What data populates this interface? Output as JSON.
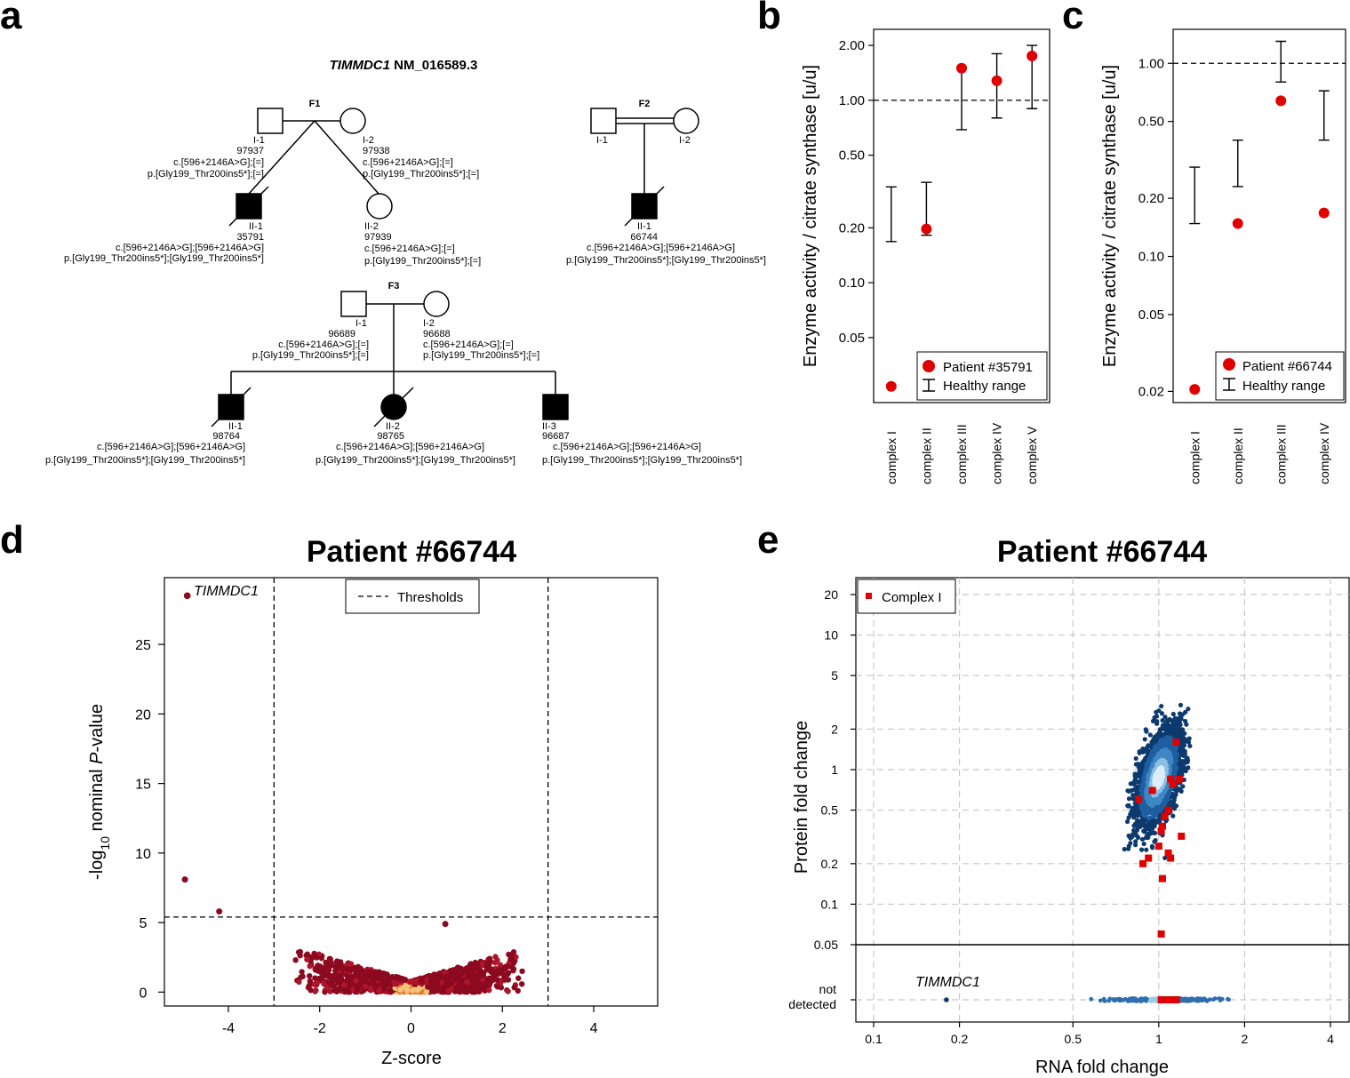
{
  "panels": [
    "a",
    "b",
    "c",
    "d",
    "e"
  ],
  "pedigree": {
    "title_gene": "TIMMDC1",
    "title_rest": " NM_016589.3",
    "families": [
      {
        "id": "F1",
        "members": [
          {
            "id": "I-1",
            "sample": "97937",
            "c": "c.[596+2146A>G];[=]",
            "p": "p.[Gly199_Thr200ins5*];[=]"
          },
          {
            "id": "I-2",
            "sample": "97938",
            "c": "c.[596+2146A>G];[=]",
            "p": "p.[Gly199_Thr200ins5*];[=]"
          },
          {
            "id": "II-1",
            "sample": "35791",
            "c": "c.[596+2146A>G];[596+2146A>G]",
            "p": "p.[Gly199_Thr200ins5*];[Gly199_Thr200ins5*]"
          },
          {
            "id": "II-2",
            "sample": "97939",
            "c": "c.[596+2146A>G];[=]",
            "p": "p.[Gly199_Thr200ins5*];[=]"
          }
        ]
      },
      {
        "id": "F2",
        "members": [
          {
            "id": "I-1"
          },
          {
            "id": "I-2"
          },
          {
            "id": "II-1",
            "sample": "66744",
            "c": "c.[596+2146A>G];[596+2146A>G]",
            "p": "p.[Gly199_Thr200ins5*];[Gly199_Thr200ins5*]"
          }
        ]
      },
      {
        "id": "F3",
        "members": [
          {
            "id": "I-1",
            "sample": "96689",
            "c": "c.[596+2146A>G];[=]",
            "p": "p.[Gly199_Thr200ins5*];[=]"
          },
          {
            "id": "I-2",
            "sample": "96688",
            "c": "c.[596+2146A>G];[=]",
            "p": "p.[Gly199_Thr200ins5*];[=]"
          },
          {
            "id": "II-1",
            "sample": "98764",
            "c": "c.[596+2146A>G];[596+2146A>G]",
            "p": "p.[Gly199_Thr200ins5*];[Gly199_Thr200ins5*]"
          },
          {
            "id": "II-2",
            "sample": "98765",
            "c": "c.[596+2146A>G];[596+2146A>G]",
            "p": "p.[Gly199_Thr200ins5*];[Gly199_Thr200ins5*]"
          },
          {
            "id": "II-3",
            "sample": "96687",
            "c": "c.[596+2146A>G];[596+2146A>G]",
            "p": "p.[Gly199_Thr200ins5*];[Gly199_Thr200ins5*]"
          }
        ]
      }
    ]
  },
  "chart_data": [
    {
      "panel": "b",
      "type": "scatter",
      "scale": "log",
      "ylabel": "Enzyme activity / citrate synthase [u/u]",
      "categories": [
        "complex I",
        "complex II",
        "complex III",
        "complex IV",
        "complex V"
      ],
      "ylim": [
        0.022,
        2.45
      ],
      "yticks": [
        2.0,
        1.0,
        0.5,
        0.2,
        0.1,
        0.05
      ],
      "ytick_labels": [
        "2.00",
        "1.00",
        "0.50",
        "0.20",
        "0.10",
        "0.05"
      ],
      "reference_line": 1.0,
      "series": [
        {
          "name": "Patient #35791",
          "values": [
            0.027,
            0.197,
            1.5,
            1.28,
            1.75
          ]
        },
        {
          "name": "Healthy range",
          "low": [
            0.168,
            0.182,
            0.69,
            0.8,
            0.9
          ],
          "high": [
            0.335,
            0.355,
            1.52,
            1.8,
            2.0
          ]
        }
      ],
      "legend": "bottom-right"
    },
    {
      "panel": "c",
      "type": "scatter",
      "scale": "log",
      "ylabel": "Enzyme activity / citrate synthase [u/u]",
      "categories": [
        "complex I",
        "complex II",
        "complex III",
        "complex IV"
      ],
      "ylim": [
        0.0175,
        1.5
      ],
      "yticks": [
        1.0,
        0.5,
        0.2,
        0.1,
        0.05,
        0.02
      ],
      "ytick_labels": [
        "1.00",
        "0.50",
        "0.20",
        "0.10",
        "0.05",
        "0.02"
      ],
      "reference_line": 1.0,
      "series": [
        {
          "name": "Patient #66744",
          "values": [
            0.0205,
            0.148,
            0.64,
            0.168
          ]
        },
        {
          "name": "Healthy range",
          "low": [
            0.148,
            0.23,
            0.8,
            0.4
          ],
          "high": [
            0.29,
            0.4,
            1.3,
            0.72
          ]
        }
      ],
      "legend": "bottom-right"
    },
    {
      "panel": "d",
      "type": "scatter",
      "title": "Patient #66744",
      "xlabel": "Z-score",
      "ylabel_prefix": "-log",
      "ylabel_sub": "10",
      "ylabel_mid": " nominal ",
      "ylabel_italic": "P",
      "ylabel_suffix": "-value",
      "xlim": [
        -5.4,
        5.4
      ],
      "ylim": [
        -1.0,
        29.8
      ],
      "xticks": [
        -4,
        -2,
        0,
        2,
        4
      ],
      "yticks": [
        0,
        5,
        10,
        15,
        20,
        25
      ],
      "thresholds": {
        "x": [
          -3,
          3
        ],
        "y": 5.4
      },
      "legend_entry": "Thresholds",
      "highlight": {
        "name": "TIMMDC1",
        "x": -4.9,
        "y": 28.5
      },
      "outliers": [
        {
          "x": -4.95,
          "y": 8.1
        },
        {
          "x": -4.2,
          "y": 5.8
        },
        {
          "x": 0.75,
          "y": 4.9
        }
      ]
    },
    {
      "panel": "e",
      "type": "scatter",
      "title": "Patient #66744",
      "xlabel": "RNA fold change",
      "ylabel": "Protein fold change",
      "scale": "log-log",
      "xticks": [
        0.1,
        0.2,
        0.5,
        1,
        2,
        4
      ],
      "xtick_labels": [
        "0.1",
        "0.2",
        "0.5",
        "1",
        "2",
        "4"
      ],
      "yticks": [
        20,
        10,
        5,
        2,
        1,
        0.5,
        0.2,
        0.1,
        0.05
      ],
      "ytick_labels": [
        "20",
        "10",
        "5",
        "2",
        "1",
        "0.5",
        "0.2",
        "0.1",
        "0.05"
      ],
      "not_detected_label": "not\ndetected",
      "legend_entry": "Complex I",
      "highlight": {
        "name": "TIMMDC1",
        "rna": 0.18
      },
      "complex_I_points": [
        [
          1.15,
          1.6
        ],
        [
          1.1,
          0.85
        ],
        [
          1.12,
          0.78
        ],
        [
          1.18,
          0.85
        ],
        [
          0.95,
          0.7
        ],
        [
          0.85,
          0.6
        ],
        [
          1.08,
          0.5
        ],
        [
          1.05,
          0.45
        ],
        [
          1.03,
          0.38
        ],
        [
          1.02,
          0.35
        ],
        [
          1.2,
          0.32
        ],
        [
          1.0,
          0.27
        ],
        [
          1.08,
          0.24
        ],
        [
          1.1,
          0.22
        ],
        [
          0.92,
          0.22
        ],
        [
          0.88,
          0.2
        ],
        [
          1.03,
          0.155
        ],
        [
          1.02,
          0.06
        ]
      ]
    }
  ]
}
